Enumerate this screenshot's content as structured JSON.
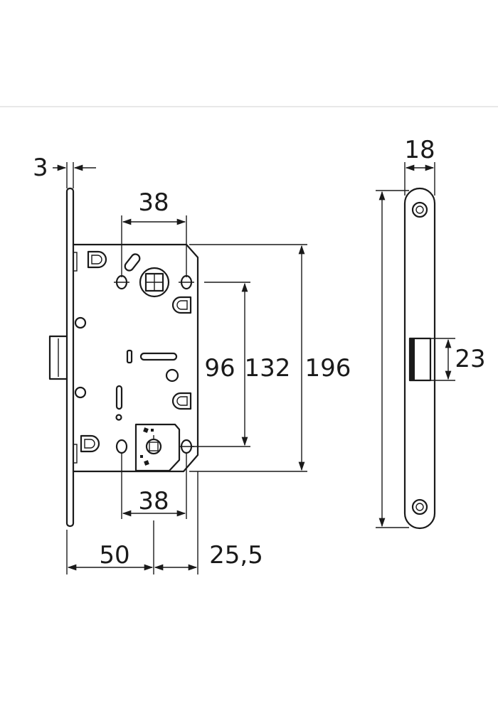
{
  "diagram": {
    "dimensions": {
      "faceplate_thickness": "3",
      "top_width": "38",
      "bottom_width": "38",
      "height_96": "96",
      "height_132": "132",
      "height_196": "196",
      "backset": "50",
      "offset": "25,5",
      "strike_width": "18",
      "strike_opening": "23"
    },
    "colors": {
      "line": "#1a1a1a",
      "background": "#ffffff",
      "rule": "#d9d9d9"
    }
  }
}
